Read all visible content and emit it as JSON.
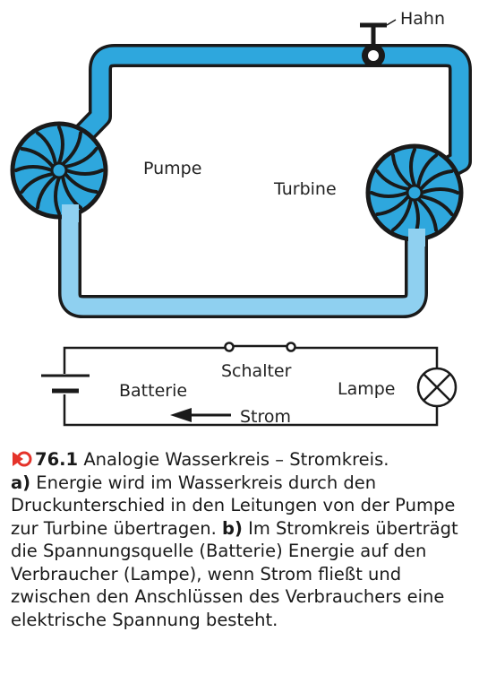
{
  "diagram": {
    "water_circuit": {
      "labels": {
        "valve": "Hahn",
        "pump": "Pumpe",
        "turbine": "Turbine"
      }
    },
    "electric_circuit": {
      "labels": {
        "battery": "Batterie",
        "switch": "Schalter",
        "lamp": "Lampe",
        "current": "Strom"
      }
    },
    "colors": {
      "pipe_dark": "#2ea7dd",
      "pipe_light": "#8fd0f0",
      "outline": "#1a1a1a",
      "accent": "#e5332a"
    }
  },
  "caption": {
    "icon": "play-reference-icon",
    "number": "76.1",
    "title": "Analogie Wasserkreis – Stromkreis.",
    "part_a_label": "a)",
    "part_a_text": "Energie wird im Wasserkreis durch den Druckunterschied in den Leitungen von der Pumpe zur Turbine übertragen.",
    "part_b_label": "b)",
    "part_b_text": "Im Stromkreis überträgt die Spannungsquelle (Batterie) Energie auf den Verbraucher (Lampe), wenn Strom fließt und zwischen den Anschlüssen des Verbrauchers eine elektrische Spannung besteht."
  }
}
